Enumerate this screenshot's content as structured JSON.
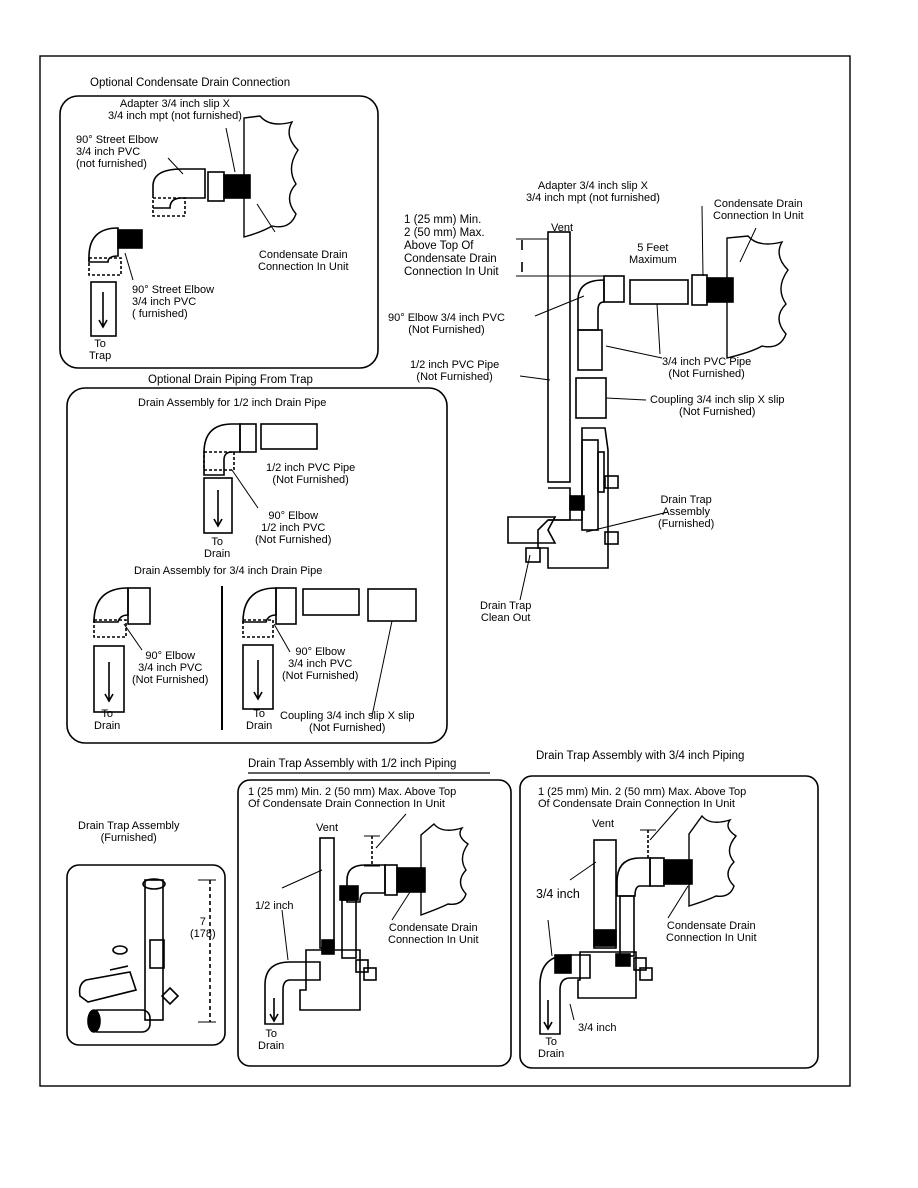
{
  "optional": {
    "title": "Optional Condensate Drain Connection",
    "adapter": "Adapter 3/4 inch slip X\n3/4 inch mpt (not furnished)",
    "street_elbow_top": "90° Street Elbow\n3/4 inch PVC\n(not furnished)",
    "condensate": "Condensate Drain\nConnection In Unit",
    "street_elbow_bottom": "90° Street Elbow\n3/4 inch PVC\n( furnished)",
    "to_trap": "To\nTrap"
  },
  "main": {
    "adapter": "Adapter 3/4 inch slip X\n3/4 inch mpt (not furnished)",
    "condensate": "Condensate Drain\nConnection In Unit",
    "vent": "Vent",
    "min_max": "1 (25 mm) Min.\n2 (50 mm) Max.\nAbove Top Of\nCondensate Drain\nConnection In Unit",
    "five_feet": "5 Feet\nMaximum",
    "elbow": "90° Elbow 3/4 inch PVC\n(Not Furnished)",
    "pipe_half": "1/2 inch PVC Pipe\n(Not Furnished)",
    "pipe_34": "3/4 inch PVC Pipe\n(Not Furnished)",
    "coupling": "Coupling 3/4 inch slip X slip\n(Not Furnished)",
    "trap_assembly": "Drain Trap\nAssembly\n(Furnished)",
    "clean_out": "Drain Trap\nClean Out"
  },
  "piping": {
    "title": "Optional Drain Piping From Trap",
    "half_title": "Drain Assembly for 1/2 inch Drain Pipe",
    "half_pipe": "1/2 inch PVC Pipe\n(Not Furnished)",
    "half_elbow": "90° Elbow\n1/2 inch PVC\n(Not Furnished)",
    "to_drain_1": "To\nDrain",
    "t34_title": "Drain Assembly for 3/4 inch Drain Pipe",
    "elbow_a": "90° Elbow\n3/4 inch PVC\n(Not Furnished)",
    "to_drain_2": "To\nDrain",
    "elbow_b": "90° Elbow\n3/4 inch PVC\n(Not Furnished)",
    "to_drain_3": "To\nDrain",
    "coupling": "Coupling 3/4 inch slip X slip\n(Not Furnished)"
  },
  "furnished": {
    "title": "Drain Trap Assembly\n(Furnished)",
    "dim": "7\n(178)"
  },
  "half_piping": {
    "title": "Drain Trap Assembly with 1/2 inch Piping",
    "note": "1 (25 mm) Min. 2 (50 mm) Max. Above Top\nOf Condensate Drain Connection In Unit",
    "vent": "Vent",
    "half": "1/2 inch",
    "condensate": "Condensate Drain\nConnection In Unit",
    "to_drain": "To\nDrain"
  },
  "three_quarter_piping": {
    "title": "Drain Trap Assembly with 3/4 inch Piping",
    "note": "1 (25 mm) Min. 2 (50 mm) Max. Above Top\nOf Condensate Drain Connection In Unit",
    "vent": "Vent",
    "label_top": "3/4 inch",
    "condensate": "Condensate Drain\nConnection In Unit",
    "label_bottom": "3/4 inch",
    "to_drain": "To\nDrain"
  }
}
